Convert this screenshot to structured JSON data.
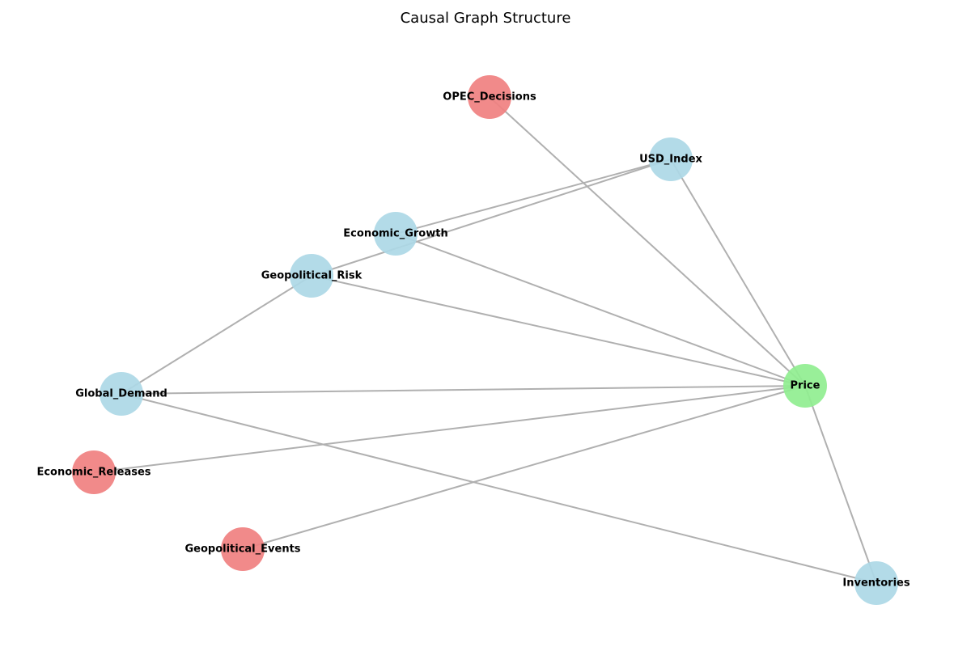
{
  "title": "Causal Graph Structure",
  "colors": {
    "exogenous": "#f08080",
    "endogenous": "#add8e6",
    "target": "#90ee90",
    "edge": "#b0b0b0"
  },
  "nodes": [
    {
      "id": "OPEC_Decisions",
      "label": "OPEC_Decisions",
      "kind": "exogenous"
    },
    {
      "id": "USD_Index",
      "label": "USD_Index",
      "kind": "endogenous"
    },
    {
      "id": "Economic_Growth",
      "label": "Economic_Growth",
      "kind": "endogenous"
    },
    {
      "id": "Geopolitical_Risk",
      "label": "Geopolitical_Risk",
      "kind": "endogenous"
    },
    {
      "id": "Global_Demand",
      "label": "Global_Demand",
      "kind": "endogenous"
    },
    {
      "id": "Economic_Releases",
      "label": "Economic_Releases",
      "kind": "exogenous"
    },
    {
      "id": "Geopolitical_Events",
      "label": "Geopolitical_Events",
      "kind": "exogenous"
    },
    {
      "id": "Price",
      "label": "Price",
      "kind": "target"
    },
    {
      "id": "Inventories",
      "label": "Inventories",
      "kind": "endogenous"
    }
  ],
  "edges": [
    {
      "from": "OPEC_Decisions",
      "to": "Price"
    },
    {
      "from": "USD_Index",
      "to": "Price"
    },
    {
      "from": "Economic_Growth",
      "to": "USD_Index"
    },
    {
      "from": "Geopolitical_Risk",
      "to": "USD_Index"
    },
    {
      "from": "Economic_Growth",
      "to": "Price"
    },
    {
      "from": "Geopolitical_Risk",
      "to": "Price"
    },
    {
      "from": "Global_Demand",
      "to": "Geopolitical_Risk"
    },
    {
      "from": "Global_Demand",
      "to": "Price"
    },
    {
      "from": "Global_Demand",
      "to": "Inventories"
    },
    {
      "from": "Economic_Releases",
      "to": "Price"
    },
    {
      "from": "Geopolitical_Events",
      "to": "Price"
    },
    {
      "from": "Inventories",
      "to": "Price"
    }
  ]
}
